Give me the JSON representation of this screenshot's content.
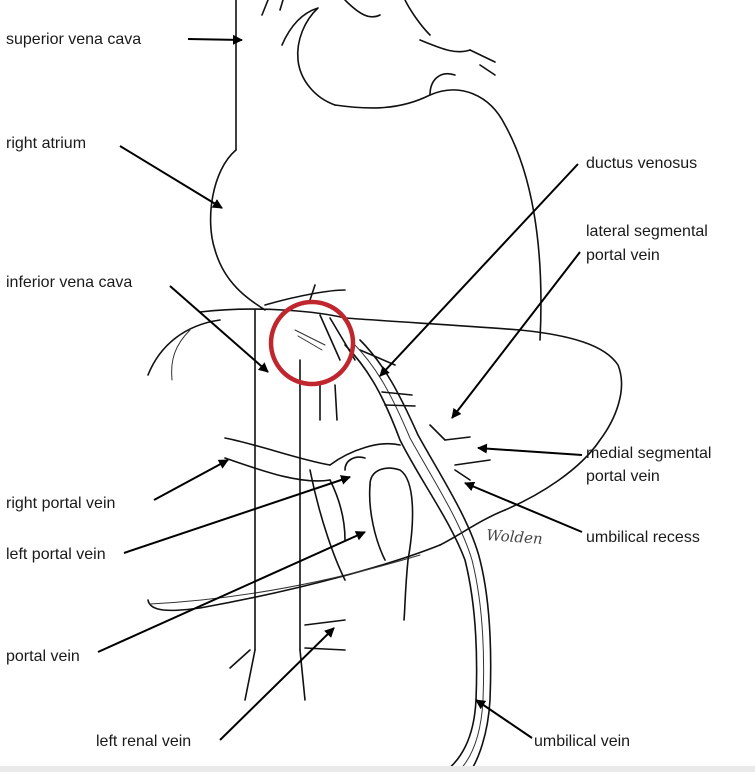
{
  "labels": {
    "superior_vena_cava": "superior vena cava",
    "right_atrium": "right atrium",
    "inferior_vena_cava": "inferior vena cava",
    "ductus_venosus": "ductus venosus",
    "lateral_segmental_line1": "lateral segmental",
    "lateral_segmental_line2": "portal vein",
    "medial_segmental_line1": "medial segmental",
    "medial_segmental_line2": "portal vein",
    "right_portal_vein": "right portal vein",
    "left_portal_vein": "left portal vein",
    "umbilical_recess": "umbilical recess",
    "portal_vein": "portal vein",
    "left_renal_vein": "left renal vein",
    "umbilical_vein": "umbilical vein"
  },
  "signature": "Wolden",
  "highlight": {
    "color": "#c0262d"
  },
  "colors": {
    "line": "#111111",
    "background": "#ffffff"
  }
}
